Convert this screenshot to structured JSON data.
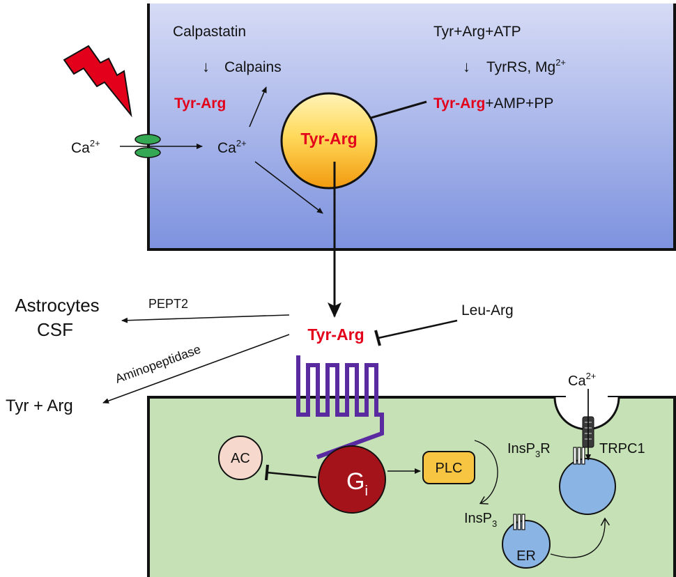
{
  "colors": {
    "presynaptic_top": "#d6dbf5",
    "presynaptic_bottom": "#7d92df",
    "postsynaptic": "#c5e1b5",
    "highlight_red": "#e3001b",
    "vesicle_top": "#ffe486",
    "vesicle_bottom": "#f2a412",
    "receptor_purple": "#5a2aa0",
    "gi_red": "#a4121a",
    "plc_orange": "#f7c542",
    "ac_pink": "#f7d8cc",
    "er_blue": "#8ab4e3",
    "channel_green": "#34a853"
  },
  "icons": {
    "stimulus": "lightning-bolt-icon",
    "calcium_channel": "ion-channel-icon",
    "receptor": "seven-transmembrane-receptor-icon"
  },
  "presynaptic": {
    "calpastatin": "Calpastatin",
    "down_arrow_1": "↓",
    "calpains": "Calpains",
    "tyr_arg_left": "Tyr-Arg",
    "substrates": "Tyr+Arg+ATP",
    "down_arrow_2": "↓",
    "tyrrs_mg": "TyrRS, Mg",
    "mg_charge": "2+",
    "product_tyr_arg": "Tyr-Arg",
    "product_rest": "+AMP+PP",
    "vesicle_label": "Tyr-Arg",
    "ca_outside": "Ca",
    "ca_outside_charge": "2+",
    "ca_inside": "Ca",
    "ca_inside_charge": "2+"
  },
  "synapse": {
    "released_tyr_arg": "Tyr-Arg",
    "leu_arg": "Leu-Arg",
    "pept2": "PEPT2",
    "astrocytes": "Astrocytes",
    "csf": "CSF",
    "aminopeptidase": "Aminopeptidase",
    "tyr_plus_arg": "Tyr + Arg"
  },
  "postsynaptic": {
    "ca_ext": "Ca",
    "ca_ext_charge": "2+",
    "ac": "AC",
    "gi": "G",
    "gi_sub": "i",
    "plc": "PLC",
    "insp3r_a": "InsP",
    "insp3r_sub": "3",
    "insp3r_b": "R",
    "trpc1": "TRPC1",
    "insp3": "InsP",
    "insp3_sub": "3",
    "er": "ER"
  }
}
